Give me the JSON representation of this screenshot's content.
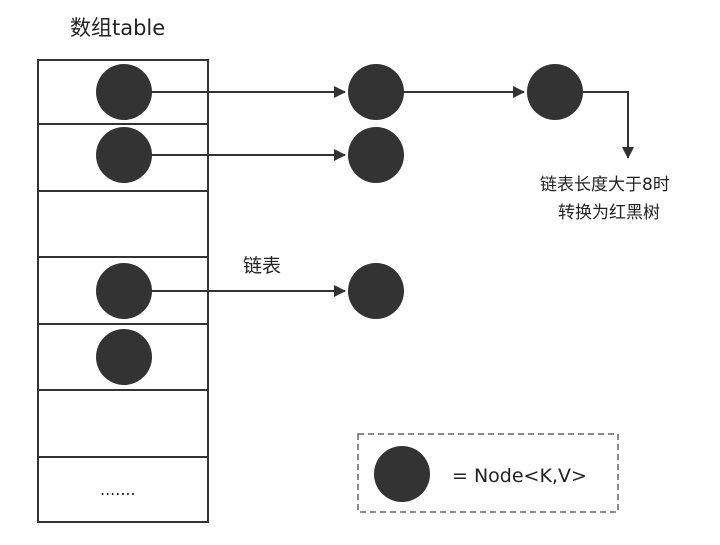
{
  "diagram": {
    "array_title": "数组table",
    "linked_list_label": "链表",
    "ellipsis": ".......",
    "treeify_note": [
      "链表长度大于8时",
      "转换为红黑树"
    ],
    "legend": {
      "text": "= Node<K,V>"
    },
    "colors": {
      "node": "#333333",
      "line": "#333333",
      "border": "#555555"
    }
  }
}
